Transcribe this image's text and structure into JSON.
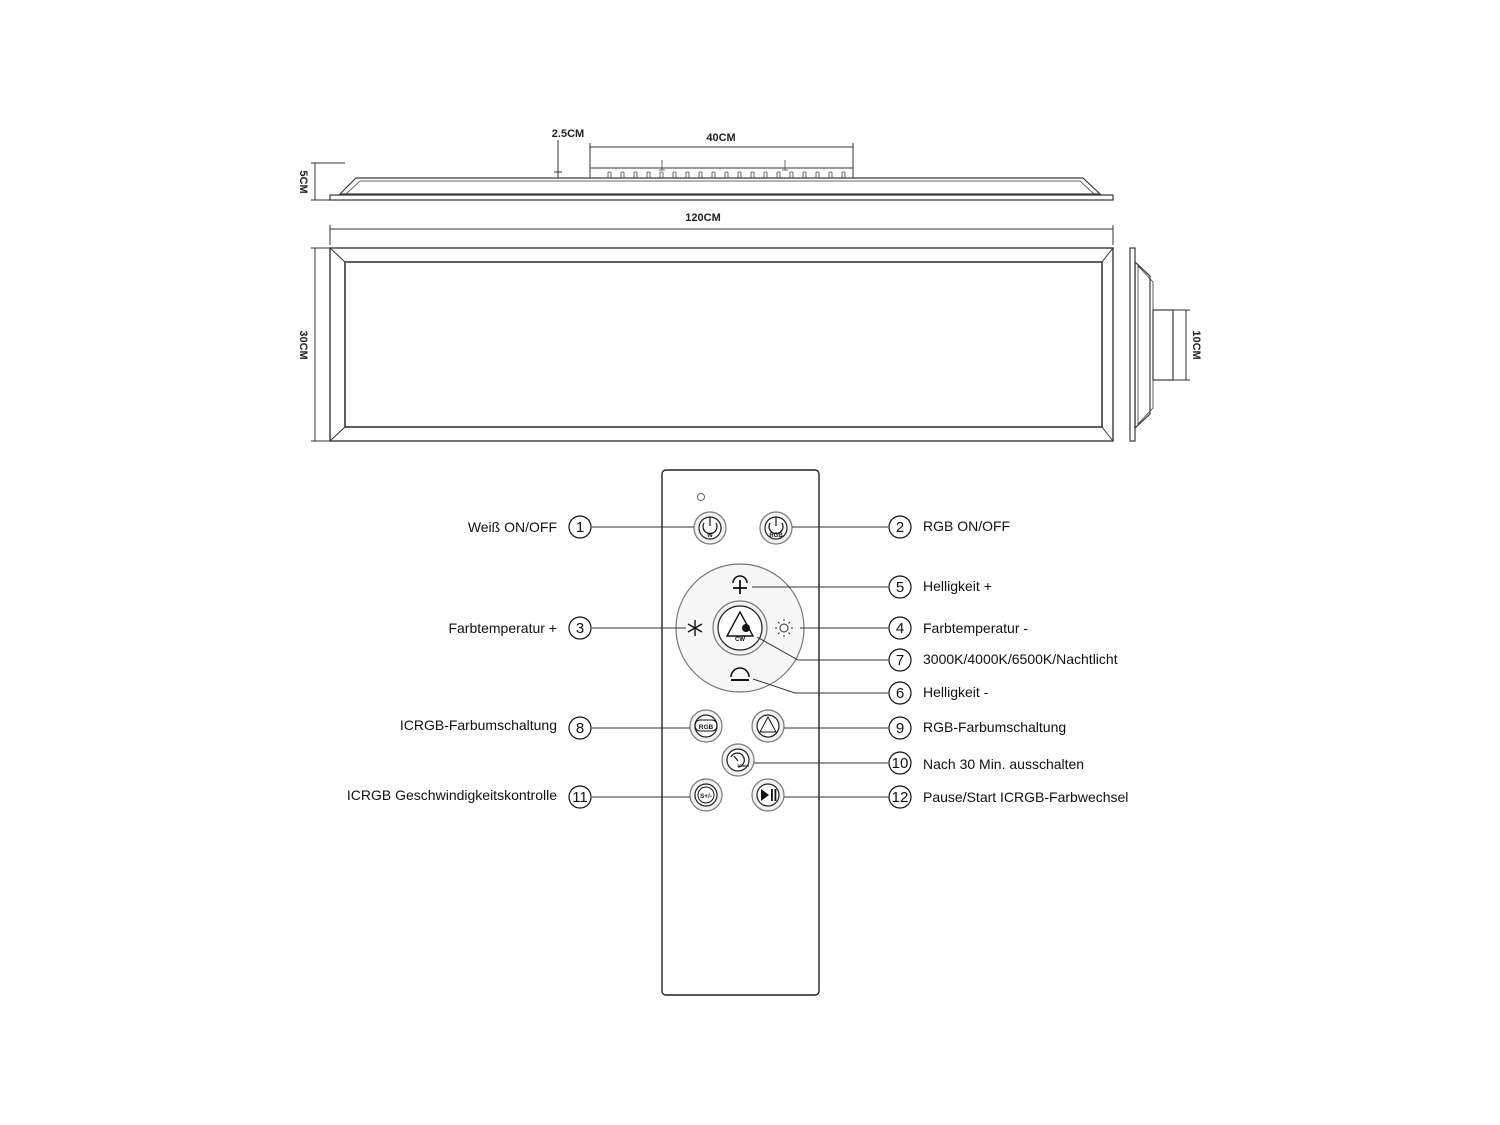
{
  "dimensions": {
    "width_120": "120CM",
    "width_40": "40CM",
    "offset_2_5": "2.5CM",
    "height_5": "5CM",
    "depth_30": "30CM",
    "side_10": "10CM"
  },
  "remote": {
    "buttons": {
      "white_power": "W",
      "rgb_power": "RGB",
      "cct_center": "CW",
      "icrgb": "RGB",
      "timer": "30min",
      "speed": "S+/-"
    }
  },
  "callouts": [
    {
      "num": "1",
      "label": "Weiß ON/OFF"
    },
    {
      "num": "2",
      "label": "RGB ON/OFF"
    },
    {
      "num": "3",
      "label": "Farbtemperatur +"
    },
    {
      "num": "4",
      "label": "Farbtemperatur -"
    },
    {
      "num": "5",
      "label": "Helligkeit +"
    },
    {
      "num": "6",
      "label": "Helligkeit -"
    },
    {
      "num": "7",
      "label": "3000K/4000K/6500K/Nachtlicht"
    },
    {
      "num": "8",
      "label": "ICRGB-Farbumschaltung"
    },
    {
      "num": "9",
      "label": "RGB-Farbumschaltung"
    },
    {
      "num": "10",
      "label": "Nach 30 Min. ausschalten"
    },
    {
      "num": "11",
      "label": "ICRGB Geschwindigkeitskontrolle"
    },
    {
      "num": "12",
      "label": "Pause/Start ICRGB-Farbwechsel"
    }
  ]
}
